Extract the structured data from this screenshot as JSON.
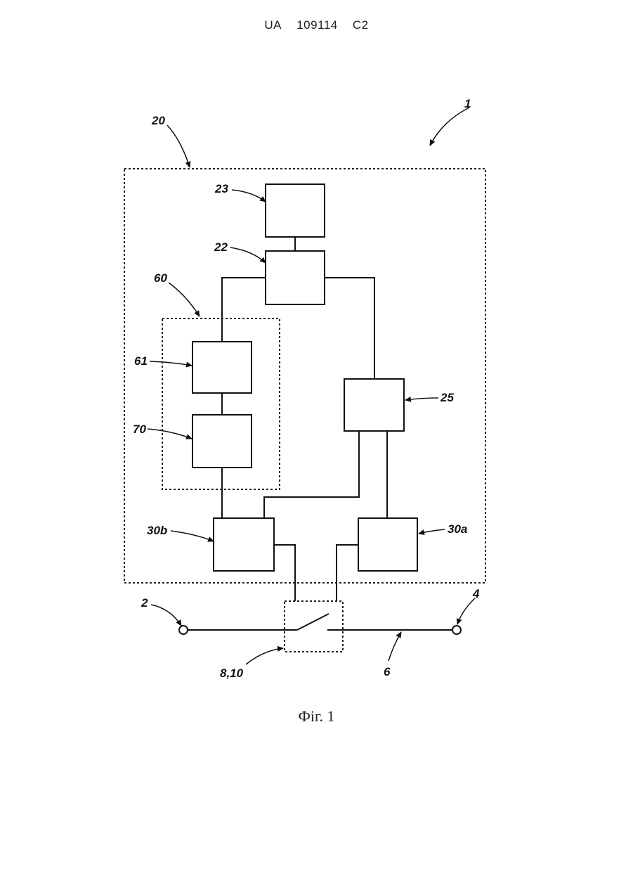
{
  "header": {
    "office": "UA",
    "number": "109114",
    "kind": "C2"
  },
  "caption": "Фіг. 1",
  "refs": {
    "r1": "1",
    "r20": "20",
    "r23": "23",
    "r22": "22",
    "r60": "60",
    "r61": "61",
    "r70": "70",
    "r25": "25",
    "r30b": "30b",
    "r30a": "30a",
    "r2": "2",
    "r4": "4",
    "r810": "8,10",
    "r6": "6"
  }
}
